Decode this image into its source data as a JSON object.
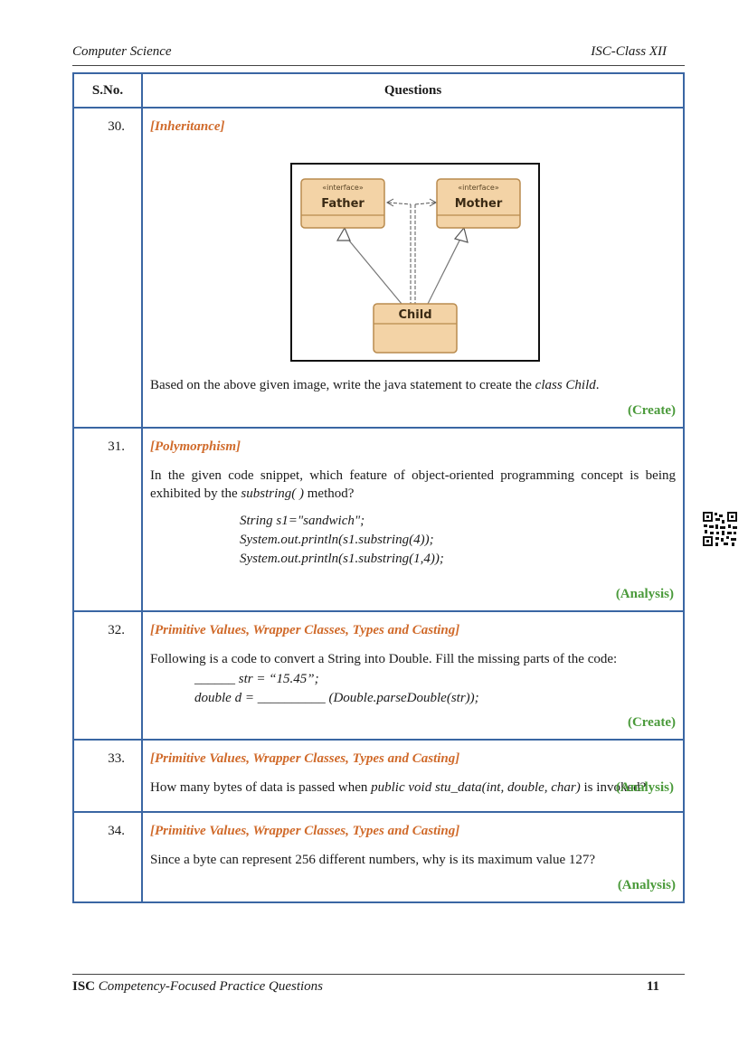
{
  "header": {
    "subject": "Computer Science",
    "class": "ISC-Class XII"
  },
  "table": {
    "col_sno": "S.No.",
    "col_questions": "Questions",
    "q30": {
      "num": "30.",
      "topic": "[Inheritance]",
      "diagram": {
        "father_stereo": "«interface»",
        "father": "Father",
        "mother_stereo": "«interface»",
        "mother": "Mother",
        "child": "Child"
      },
      "text_a": "Based on the above given image, write the java statement to create the ",
      "text_b": "class Child",
      "text_c": ".",
      "level": "(Create)"
    },
    "q31": {
      "num": "31.",
      "topic": "[Polymorphism]",
      "text_a": "In the given code snippet, which feature of object-oriented programming concept is being exhibited by the ",
      "text_b": "substring( )",
      "text_c": " method?",
      "code1": "String s1=\"sandwich\";",
      "code2": "System.out.println(s1.substring(4));",
      "code3": "System.out.println(s1.substring(1,4));",
      "level": "(Analysis)"
    },
    "q32": {
      "num": "32.",
      "topic": "[Primitive Values, Wrapper Classes, Types and Casting]",
      "text": "Following is a code to convert a String into Double. Fill the missing parts of the code:",
      "code1": "______ str = “15.45”;",
      "code2": "double d = __________ (Double.parseDouble(str));",
      "level": "(Create)"
    },
    "q33": {
      "num": "33.",
      "topic": "[Primitive Values, Wrapper Classes, Types and Casting]",
      "text_a": "How many bytes of data is passed when ",
      "text_b": "public void stu_data(int, double, char)",
      "text_c": " is invoked?",
      "level": "(Analysis)"
    },
    "q34": {
      "num": "34.",
      "topic": "[Primitive Values, Wrapper Classes, Types and Casting]",
      "text": "Since a byte can represent 256 different numbers, why is its maximum value 127?",
      "level": "(Analysis)"
    }
  },
  "qr_icon": "qr-code-icon",
  "footer": {
    "brand": "ISC",
    "title": "Competency-Focused Practice Questions",
    "page": "11"
  }
}
